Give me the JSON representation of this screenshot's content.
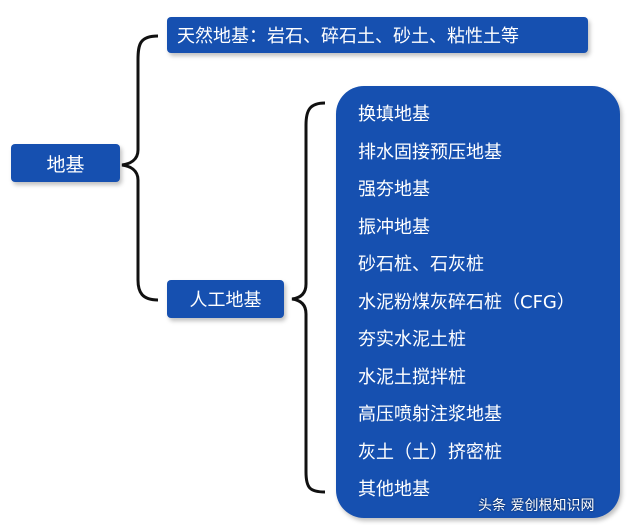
{
  "root": {
    "label": "地基"
  },
  "natural": {
    "label": "天然地基：岩石、碎石土、砂土、粘性土等"
  },
  "artificial": {
    "label": "人工地基",
    "methods": [
      "换填地基",
      "排水固接预压地基",
      "强夯地基",
      "振冲地基",
      "砂石桩、石灰桩",
      "水泥粉煤灰碎石桩（CFG）",
      "夯实水泥土桩",
      "水泥土搅拌桩",
      "高压喷射注浆地基",
      "灰土（土）挤密桩",
      "其他地基"
    ]
  },
  "watermark": {
    "text": "头条 爱创根知识网"
  }
}
